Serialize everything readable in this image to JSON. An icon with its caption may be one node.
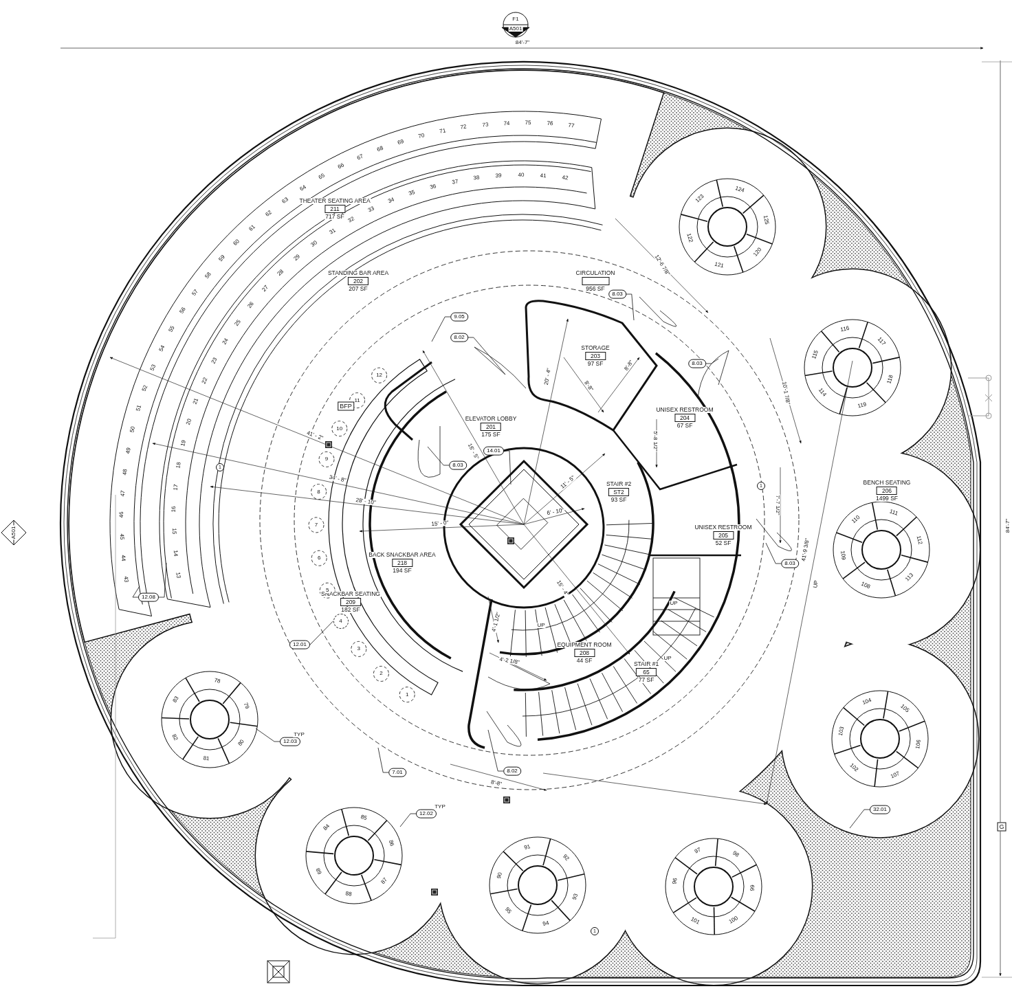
{
  "diagram": {
    "nodes": [
      {
        "text": [
          "THEATER SEATING AREA",
          "211",
          "717 SF"
        ]
      },
      {
        "text": [
          "STANDING BAR AREA",
          "202",
          "207 SF"
        ]
      },
      {
        "text": [
          "CIRCULATION",
          "956 SF"
        ]
      },
      {
        "text": [
          "STORAGE",
          "203",
          "97 SF"
        ]
      },
      {
        "text": [
          "UNISEX RESTROOM",
          "204",
          "67 SF"
        ]
      },
      {
        "text": [
          "ELEVATOR LOBBY",
          "201",
          "175 SF"
        ]
      },
      {
        "text": [
          "STAIR #2",
          "ST2",
          "93 SF"
        ]
      },
      {
        "text": [
          "BENCH SEATING",
          "206",
          "1499 SF"
        ]
      },
      {
        "text": [
          "UNISEX RESTROOM",
          "205",
          "52 SF"
        ]
      },
      {
        "text": [
          "BACK SNACKBAR AREA",
          "218",
          "194 SF"
        ]
      },
      {
        "text": [
          "SNACKBAR SEATING",
          "209",
          "182 SF"
        ]
      },
      {
        "text": [
          "EQUIPMENT ROOM",
          "208",
          "44 SF"
        ]
      },
      {
        "text": [
          "STAIR #1",
          "65",
          "77 SF"
        ]
      },
      {
        "text": [
          "9.05"
        ]
      },
      {
        "text": [
          "8.02"
        ]
      },
      {
        "text": [
          "8.03"
        ]
      },
      {
        "text": [
          "8.03"
        ]
      },
      {
        "text": [
          "8.03"
        ]
      },
      {
        "text": [
          "14.01"
        ]
      },
      {
        "text": [
          "8.03"
        ]
      },
      {
        "text": [
          "12.08"
        ]
      },
      {
        "text": [
          "12.01"
        ]
      },
      {
        "text": [
          "12.03"
        ]
      },
      {
        "text": [
          "12.02"
        ]
      },
      {
        "text": [
          "8.02"
        ]
      },
      {
        "text": [
          "7.01"
        ]
      },
      {
        "text": [
          "32.01"
        ]
      },
      {
        "text": [
          "4"
        ]
      }
    ],
    "edges": [
      {
        "from": 13,
        "to": null,
        "arrow": "none"
      },
      {
        "from": 14,
        "to": null,
        "arrow": "none"
      },
      {
        "from": 15,
        "to": null,
        "arrow": "none"
      },
      {
        "from": 16,
        "to": null,
        "arrow": "none"
      },
      {
        "from": 17,
        "to": null,
        "arrow": "none"
      },
      {
        "from": 18,
        "to": null,
        "arrow": "none"
      },
      {
        "from": 19,
        "to": null,
        "arrow": "none"
      },
      {
        "from": 20,
        "to": null,
        "arrow": "none"
      },
      {
        "from": 20,
        "to": null,
        "arrow": "none"
      },
      {
        "from": 21,
        "to": 27,
        "arrow": "none"
      },
      {
        "from": 22,
        "to": null,
        "arrow": "none"
      },
      {
        "from": 23,
        "to": null,
        "arrow": "none"
      },
      {
        "from": 24,
        "to": null,
        "arrow": "none"
      },
      {
        "from": 25,
        "to": null,
        "arrow": "none"
      },
      {
        "from": 26,
        "to": null,
        "arrow": "none"
      }
    ],
    "labels": [
      "F1",
      "A501",
      "84'-7\"",
      "A501",
      "84'-7\"",
      "43",
      "44",
      "45",
      "46",
      "47",
      "48",
      "49",
      "50",
      "51",
      "52",
      "53",
      "54",
      "55",
      "56",
      "57",
      "58",
      "59",
      "60",
      "61",
      "62",
      "63",
      "64",
      "65",
      "66",
      "67",
      "68",
      "69",
      "70",
      "71",
      "72",
      "73",
      "74",
      "75",
      "76",
      "77",
      "13",
      "14",
      "15",
      "16",
      "17",
      "18",
      "19",
      "20",
      "21",
      "22",
      "23",
      "24",
      "25",
      "26",
      "27",
      "28",
      "29",
      "30",
      "31",
      "32",
      "33",
      "34",
      "35",
      "36",
      "37",
      "38",
      "39",
      "40",
      "41",
      "42",
      "1",
      "2",
      "3",
      "5",
      "6",
      "7",
      "8",
      "9",
      "10",
      "11",
      "12",
      "120",
      "121",
      "122",
      "123",
      "124",
      "125",
      "114",
      "115",
      "116",
      "117",
      "118",
      "119",
      "108",
      "109",
      "110",
      "111",
      "112",
      "113",
      "102",
      "103",
      "104",
      "105",
      "106",
      "107",
      "96",
      "97",
      "98",
      "99",
      "101",
      "100",
      "90",
      "91",
      "92",
      "93",
      "94",
      "95",
      "84",
      "85",
      "86",
      "87",
      "88",
      "89",
      "78",
      "79",
      "80",
      "81",
      "82",
      "83",
      "BFP",
      "TYP",
      "TYP",
      "12'-6 7/8\"",
      "10'-1 7/8\"",
      "7'-7 1/2\"",
      "41'-9 3/8\"",
      "UP",
      "8'-8\"",
      "8'-8\"",
      "20' - 4\"",
      "16' - 5\"",
      "11' - 5\"",
      "6' - 10\"",
      "15' - 0\"",
      "28' - 10\"",
      "34' - 8\"",
      "41' - 2\"",
      "5'-8 1/2\"",
      "15' - 4\"",
      "4'-1 1/2\"",
      "4'-2 1/8\"",
      "8'-8\"",
      "UP",
      "UP",
      "UP",
      "G",
      "1",
      "1",
      "1"
    ]
  }
}
